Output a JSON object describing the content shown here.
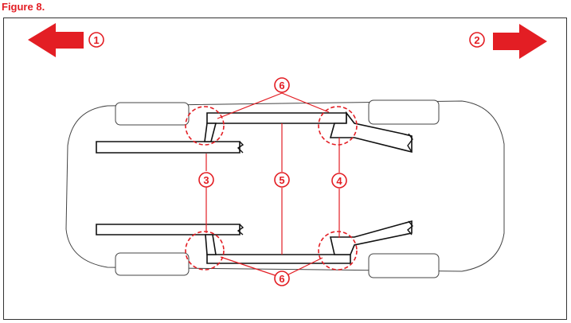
{
  "figure": {
    "title": "Figure 8."
  },
  "colors": {
    "accent": "#e31e24",
    "outline": "#444444",
    "frame": "#333333",
    "background": "#ffffff"
  },
  "arrows": [
    {
      "id": "left-arrow",
      "direction": "left",
      "callout": "1"
    },
    {
      "id": "right-arrow",
      "direction": "right",
      "callout": "2"
    }
  ],
  "callouts": {
    "top_six": "6",
    "bottom_six": "6",
    "front_crossmember": "3",
    "center_crossmember": "5",
    "rear_crossmember": "4"
  }
}
